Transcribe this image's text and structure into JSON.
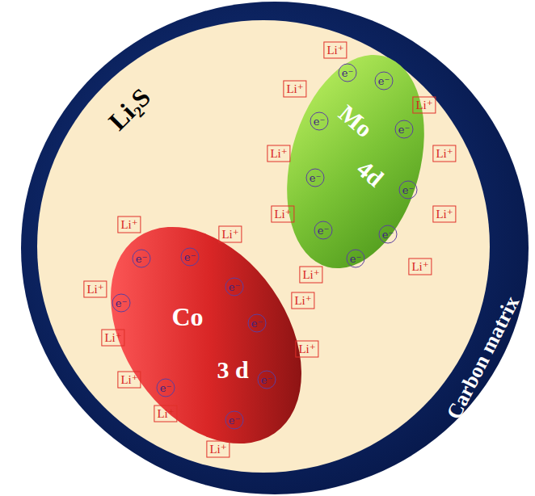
{
  "diagram": {
    "nodes": [
      {
        "text": [
          "Carbon matrix"
        ]
      },
      {
        "text": [
          "Li₂S"
        ],
        "in": 0
      },
      {
        "text": [
          "Co",
          "3 d"
        ],
        "in": 1
      },
      {
        "text": [
          "Mo",
          "4d"
        ],
        "in": 1
      },
      {
        "text": [
          "Li⁺"
        ],
        "in": 1
      },
      {
        "text": [
          "Li⁺"
        ],
        "in": 1
      },
      {
        "text": [
          "Li⁺"
        ],
        "in": 1
      },
      {
        "text": [
          "Li⁺"
        ],
        "in": 1
      },
      {
        "text": [
          "Li⁺"
        ],
        "in": 1
      },
      {
        "text": [
          "Li⁺"
        ],
        "in": 1
      },
      {
        "text": [
          "Li⁺"
        ],
        "in": 1
      },
      {
        "text": [
          "Li⁺"
        ],
        "in": 1
      },
      {
        "text": [
          "Li⁺"
        ],
        "in": 1
      },
      {
        "text": [
          "e⁻"
        ],
        "in": 2
      },
      {
        "text": [
          "e⁻"
        ],
        "in": 2
      },
      {
        "text": [
          "e⁻"
        ],
        "in": 2
      },
      {
        "text": [
          "e⁻"
        ],
        "in": 2
      },
      {
        "text": [
          "e⁻"
        ],
        "in": 2
      },
      {
        "text": [
          "e⁻"
        ],
        "in": 2
      },
      {
        "text": [
          "e⁻"
        ],
        "in": 2
      },
      {
        "text": [
          "e⁻"
        ],
        "in": 2
      },
      {
        "text": [
          "Li⁺"
        ],
        "in": 1
      },
      {
        "text": [
          "Li⁺"
        ],
        "in": 1
      },
      {
        "text": [
          "Li⁺"
        ],
        "in": 1
      },
      {
        "text": [
          "Li⁺"
        ],
        "in": 1
      },
      {
        "text": [
          "Li⁺"
        ],
        "in": 1
      },
      {
        "text": [
          "Li⁺"
        ],
        "in": 1
      },
      {
        "text": [
          "Li⁺"
        ],
        "in": 1
      },
      {
        "text": [
          "Li⁺"
        ],
        "in": 1
      },
      {
        "text": [
          "Li⁺"
        ],
        "in": 1
      },
      {
        "text": [
          "e⁻"
        ],
        "in": 3
      },
      {
        "text": [
          "e⁻"
        ],
        "in": 3
      },
      {
        "text": [
          "e⁻"
        ],
        "in": 3
      },
      {
        "text": [
          "e⁻"
        ],
        "in": 3
      },
      {
        "text": [
          "e⁻"
        ],
        "in": 3
      },
      {
        "text": [
          "e⁻"
        ],
        "in": 3
      },
      {
        "text": [
          "e⁻"
        ],
        "in": 3
      },
      {
        "text": [
          "e⁻"
        ],
        "in": 3
      },
      {
        "text": [
          "e⁻"
        ],
        "in": 3
      }
    ]
  }
}
